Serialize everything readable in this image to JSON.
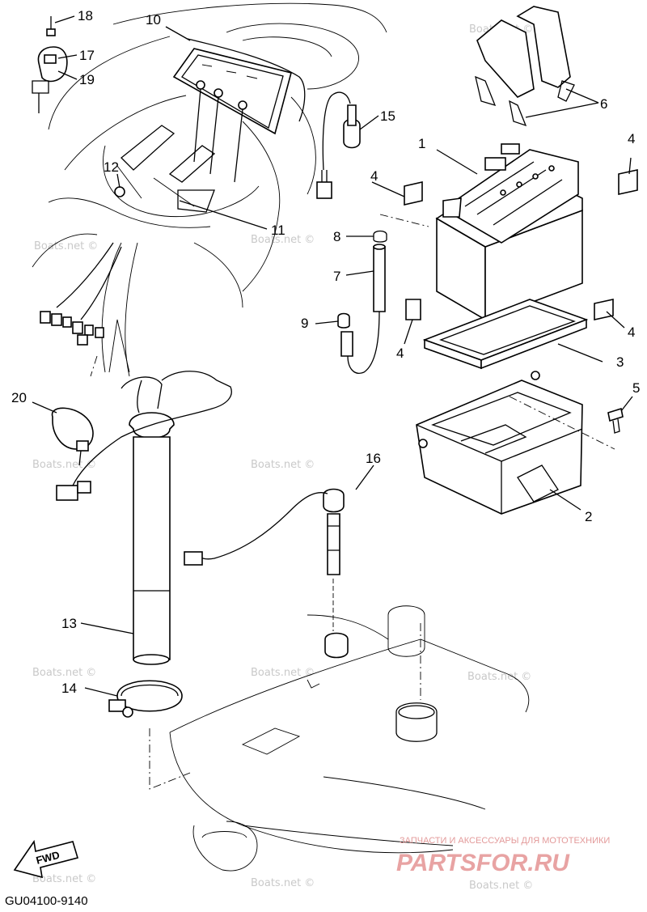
{
  "diagram": {
    "drawing_code": "GU04100-9140",
    "fwd_label": "FWD",
    "watermark_text": "Boats.net ©",
    "brand": {
      "logo_text": "PARTSFOR.RU",
      "tagline": "ЗАПЧАСТИ И АКСЕССУАРЫ ДЛЯ МОТОТЕХНИКИ",
      "color": "#e8a3a3"
    },
    "callouts": [
      "1",
      "2",
      "3",
      "4",
      "4",
      "4",
      "4",
      "5",
      "6",
      "7",
      "8",
      "9",
      "10",
      "11",
      "12",
      "13",
      "14",
      "15",
      "16",
      "17",
      "18",
      "19",
      "20"
    ]
  }
}
